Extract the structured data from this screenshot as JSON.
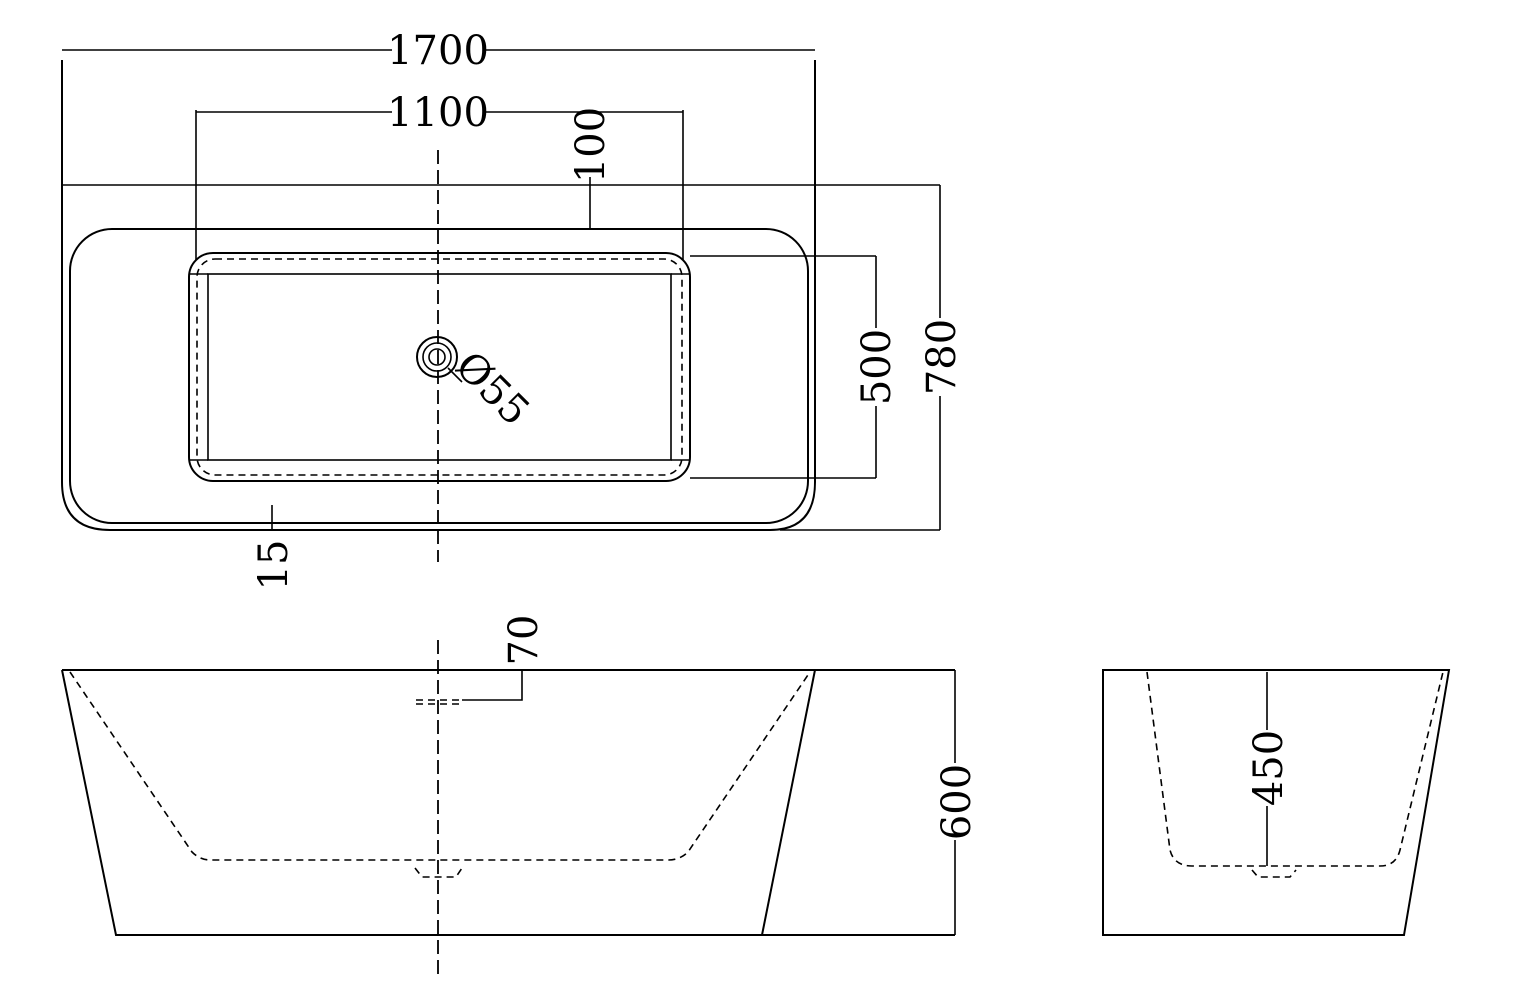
{
  "dimensions": {
    "overall_length": "1700",
    "inner_length": "1100",
    "rim_offset": "100",
    "overall_width": "780",
    "inner_width": "500",
    "wall_thickness": "15",
    "drain_diameter": "Ø55",
    "overflow_offset": "70",
    "overall_height": "600",
    "inner_depth": "450"
  }
}
